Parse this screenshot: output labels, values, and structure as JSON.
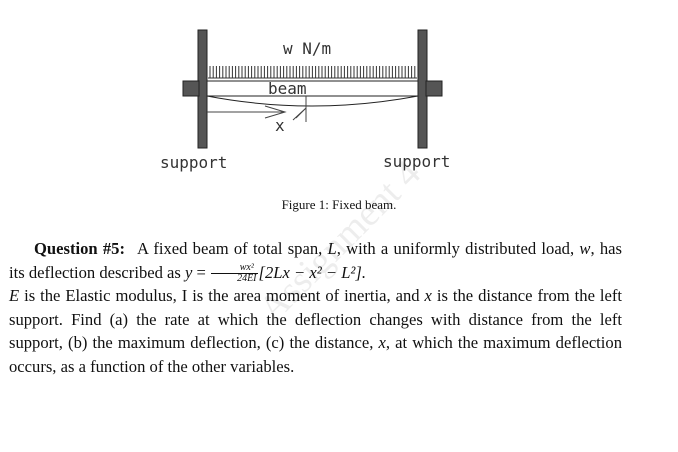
{
  "figure": {
    "load_label": "w  N/m",
    "beam_label": "beam",
    "x_label": "x",
    "support_left_label": "support",
    "support_right_label": "support"
  },
  "caption": "Figure 1: Fixed beam.",
  "question": {
    "label": "Question #5:",
    "text_1": "A fixed beam of total span, ",
    "var_L": "L",
    "text_2": ", with a uniformly distributed load, ",
    "var_w": "w",
    "text_3": ", has its deflection described as ",
    "var_y": "y",
    "text_eq": " = ",
    "frac_num": "wx²",
    "frac_den": "24EI",
    "bracket_expr": "[2Lx − x² − L²].",
    "var_E": "E",
    "text_4": " is the Elastic modulus, I is the area moment of inertia, and ",
    "var_x": "x",
    "text_5": " is the distance from the left support. Find (a) the rate at which the deflection changes with distance from the left support, (b) the maximum deflection, (c) the distance, ",
    "var_x2": "x",
    "text_6": ", at which the maximum deflection occurs, as a function of the other variables."
  },
  "watermark": "Assignment 4"
}
